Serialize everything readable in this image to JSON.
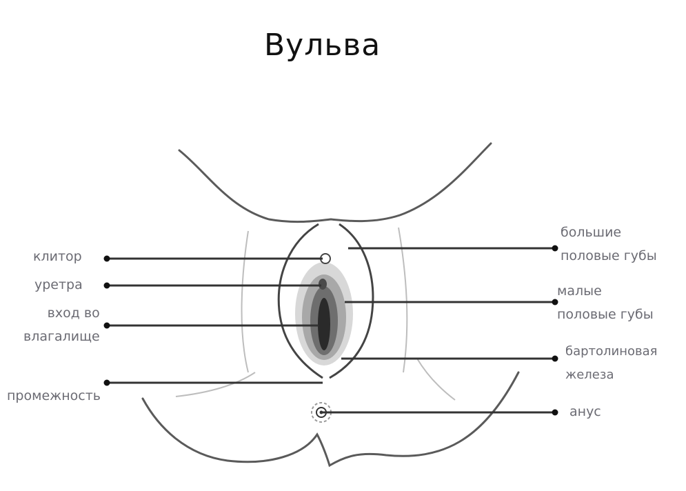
{
  "title": "Вульва",
  "labels": {
    "left": [
      {
        "id": "clitoris",
        "line1": "клитор",
        "line2": ""
      },
      {
        "id": "urethra",
        "line1": "уретра",
        "line2": ""
      },
      {
        "id": "vaginal_opening",
        "line1": "вход во",
        "line2": "влагалище"
      },
      {
        "id": "perineum",
        "line1": "промежность",
        "line2": ""
      }
    ],
    "right": [
      {
        "id": "labia_majora",
        "line1": "большие",
        "line2": "половые губы"
      },
      {
        "id": "labia_minora",
        "line1": "малые",
        "line2": "половые губы"
      },
      {
        "id": "bartholin_gland",
        "line1": "бартолиновая",
        "line2": "железа"
      },
      {
        "id": "anus",
        "line1": "анус",
        "line2": ""
      }
    ]
  },
  "colors": {
    "outline": "#555555",
    "leader": "#333333",
    "label_text": "#6b6b73",
    "title_text": "#111111"
  }
}
